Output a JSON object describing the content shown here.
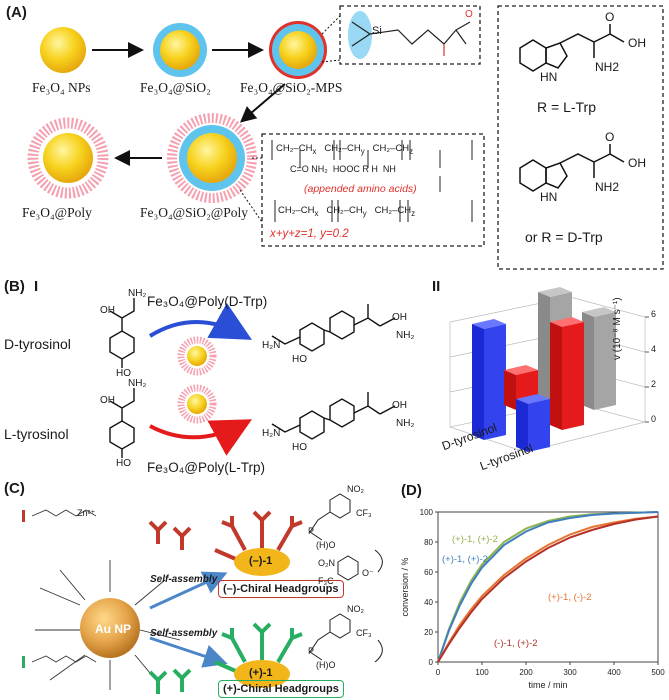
{
  "panel_a": {
    "label": "(A)",
    "np_labels": [
      "Fe₃O₄ NPs",
      "Fe₃O₄@SiO₂",
      "Fe₃O₄@SiO₂-MPS",
      "Fe₃O₄@Poly",
      "Fe₃O₄@SiO₂@Poly"
    ],
    "silane_si": "Si",
    "silane_o": "O",
    "polymer_annotation": "(appended amino acids)",
    "polymer_condition": "x+y+z=1, y=0.2",
    "r_ltrp": "R = L-Trp",
    "r_dtrp": "or R = D-Trp",
    "trp_groups": {
      "oh": "OH",
      "nh2": "NH2",
      "hn": "HN",
      "o": "O"
    },
    "poly_fragments": {
      "ch2": "CH₂",
      "ch": "CH",
      "c": "C",
      "o": "O",
      "nh2": "NH₂",
      "nh": "NH",
      "hooc": "HOOC",
      "r": "R",
      "h": "H",
      "x": "x",
      "y": "y",
      "z": "z"
    }
  },
  "panel_b": {
    "label": "(B)",
    "sub1": "I",
    "sub2": "II",
    "d_tyrosinol": "D-tyrosinol",
    "l_tyrosinol": "L-tyrosinol",
    "cat_d": "Fe₃O₄@Poly(D-Trp)",
    "cat_l": "Fe₃O₄@Poly(L-Trp)",
    "chem": {
      "nh2": "NH₂",
      "oh": "OH",
      "ho": "HO",
      "h2n": "H₂N"
    },
    "chart_label_d": "D-tyrosinol",
    "chart_label_l": "L-tyrosinol",
    "chart_axis_label": "v (10⁻⁸ M s⁻¹)",
    "chart_ticks": [
      "0",
      "2",
      "4",
      "6"
    ]
  },
  "panel_c": {
    "label": "(C)",
    "zn": "Zn²⁺",
    "au_np": "Au NP",
    "self_assembly_1": "Self-assembly",
    "self_assembly_2": "Self-assembly",
    "minus_1": "(–)-1",
    "plus_1": "(+)-1",
    "minus_headgroups": "(–)-Chiral Headgroups",
    "plus_headgroups": "(+)-Chiral Headgroups",
    "chem": {
      "no2": "NO₂",
      "cf3": "CF₃",
      "o2n": "O₂N",
      "f3c": "F₃C",
      "ho": "(H)O",
      "p": "P",
      "o": "O",
      "om": "O⁻"
    }
  },
  "panel_d": {
    "label": "(D)",
    "colors": {
      "green": "#8db34a",
      "blue": "#3f7fbf",
      "orange": "#e8732f",
      "red": "#b2322a"
    }
  },
  "chart_data": {
    "type": "line",
    "xlabel": "time / min",
    "ylabel": "conversion / %",
    "xlim": [
      0,
      500
    ],
    "ylim": [
      0,
      100
    ],
    "xticks": [
      "0",
      "100",
      "200",
      "300",
      "400",
      "500"
    ],
    "yticks": [
      "0",
      "20",
      "40",
      "60",
      "80",
      "100"
    ],
    "reference_line_y": 100,
    "series": [
      {
        "name": "(+)-1, (+)-2",
        "color": "#8db34a",
        "x": [
          0,
          25,
          50,
          75,
          100,
          150,
          200,
          250,
          300,
          350,
          400,
          450,
          500
        ],
        "y": [
          0,
          22,
          40,
          54,
          65,
          80,
          89,
          94,
          97,
          98.5,
          99,
          99.5,
          100
        ]
      },
      {
        "name": "(+)-1, (+)-2",
        "color": "#3f7fbf",
        "x": [
          0,
          25,
          50,
          75,
          100,
          150,
          200,
          250,
          300,
          350,
          400,
          450,
          500
        ],
        "y": [
          0,
          21,
          38,
          52,
          63,
          78,
          87,
          93,
          96,
          98,
          99,
          99.5,
          100
        ]
      },
      {
        "name": "(+)-1, (-)-2",
        "color": "#e8732f",
        "x": [
          0,
          25,
          50,
          75,
          100,
          150,
          200,
          250,
          300,
          350,
          400,
          450,
          500
        ],
        "y": [
          0,
          13,
          25,
          35,
          44,
          58,
          69,
          78,
          85,
          90,
          93,
          95.5,
          97
        ]
      },
      {
        "name": "(-)-1, (+)-2",
        "color": "#b2322a",
        "x": [
          0,
          25,
          50,
          75,
          100,
          150,
          200,
          250,
          300,
          350,
          400,
          450,
          500
        ],
        "y": [
          0,
          12,
          23,
          33,
          42,
          56,
          67,
          76,
          83,
          88,
          92,
          95,
          97
        ]
      }
    ]
  }
}
